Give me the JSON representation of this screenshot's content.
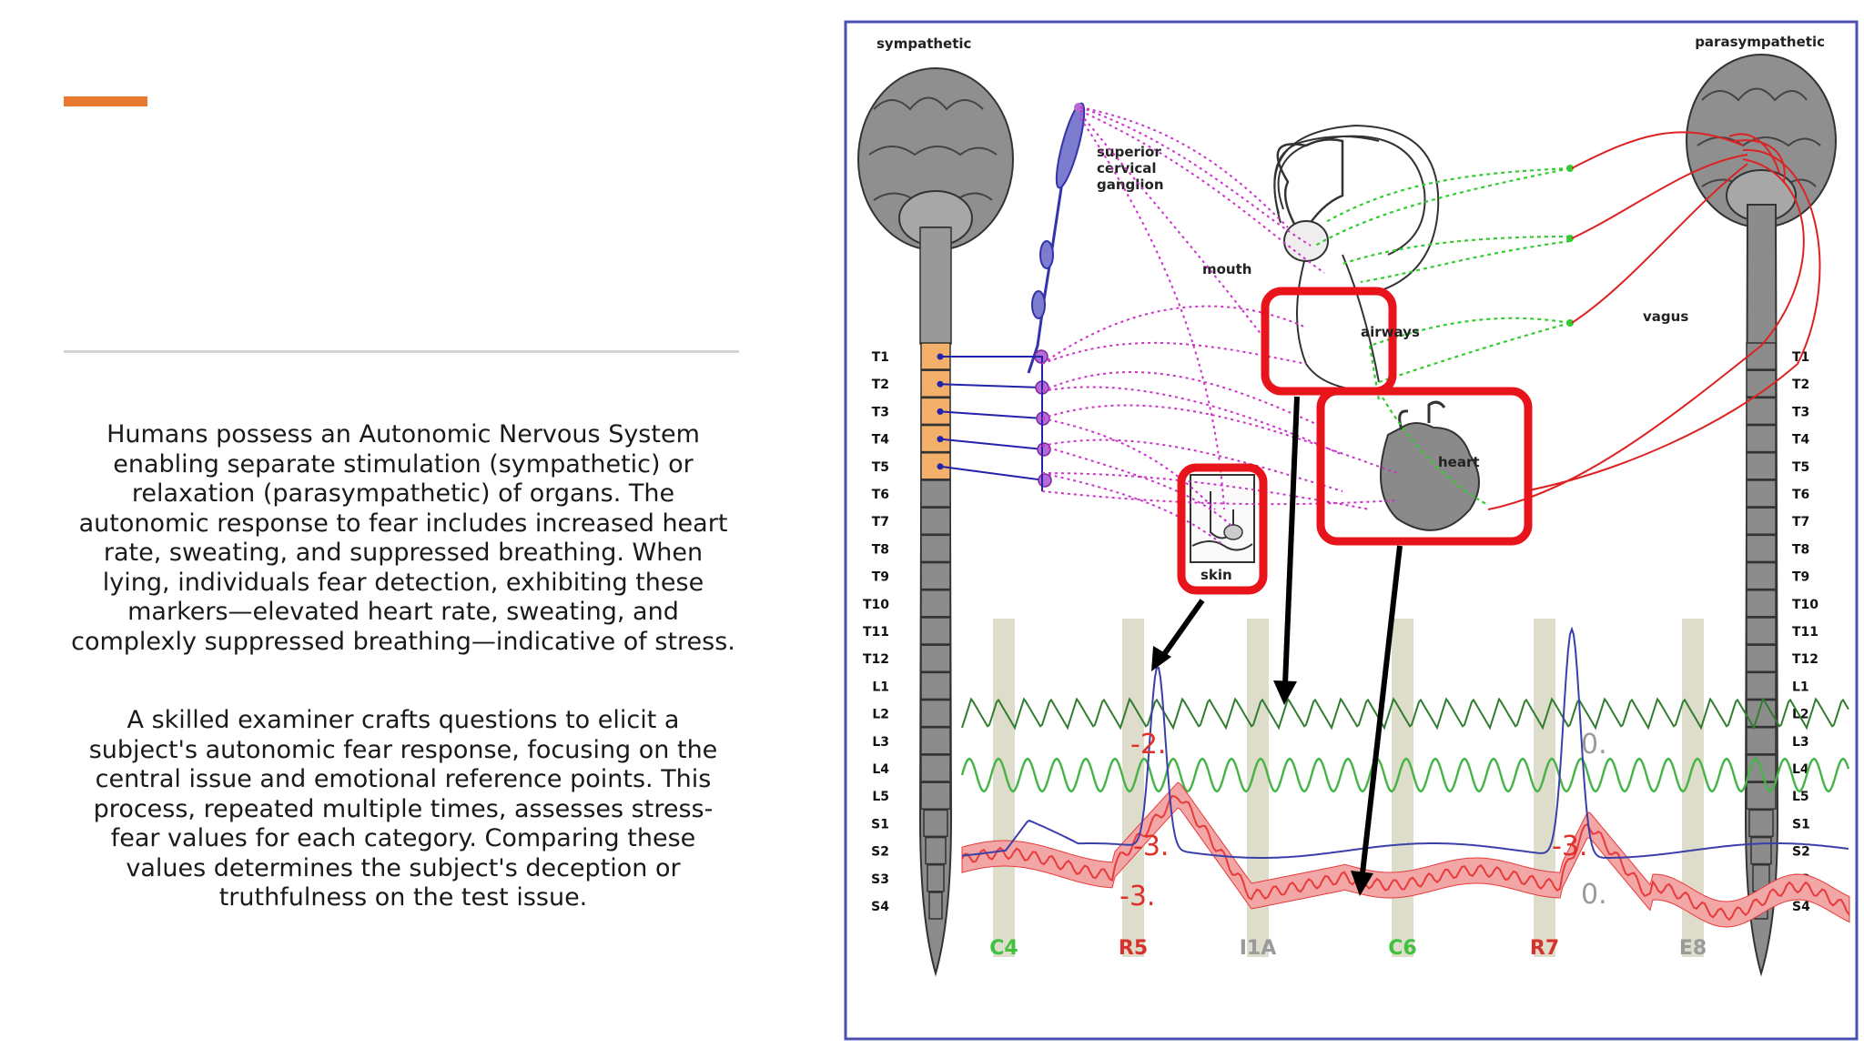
{
  "slide": {
    "accent_color": "#E8792E",
    "paragraphs": [
      "Humans possess an Autonomic Nervous System enabling separate stimulation (sympathetic) or relaxation (parasympathetic) of organs. The autonomic response to fear includes increased heart rate, sweating, and suppressed breathing. When lying, individuals fear detection, exhibiting these markers—elevated heart rate, sweating, and complexly suppressed breathing—indicative of stress.",
      "A skilled examiner crafts questions to elicit a subject's autonomic fear response, focusing on the central issue and emotional reference points. This process, repeated multiple times, assesses stress-fear values for each category. Comparing these values determines the subject's deception or truthfulness on the test issue."
    ]
  },
  "figure": {
    "sympathetic_label": "sympathetic",
    "parasympathetic_label": "parasympathetic",
    "ganglion_label": [
      "superior",
      "cervical",
      "ganglion"
    ],
    "mouth_label": "mouth",
    "airways_label": "airways",
    "vagus_label": "vagus",
    "heart_label": "heart",
    "skin_label": "skin",
    "spinal_segments": [
      "T1",
      "T2",
      "T3",
      "T4",
      "T5",
      "T6",
      "T7",
      "T8",
      "T9",
      "T10",
      "T11",
      "T12",
      "L1",
      "L2",
      "L3",
      "L4",
      "L5",
      "S1",
      "S2",
      "S3",
      "S4"
    ],
    "question_markers": [
      {
        "label": "C4",
        "color": "#3ec23e"
      },
      {
        "label": "R5",
        "color": "#d8302b"
      },
      {
        "label": "I1A",
        "color": "#9a9a9a"
      },
      {
        "label": "C6",
        "color": "#3ec23e"
      },
      {
        "label": "R7",
        "color": "#d8302b"
      },
      {
        "label": "E8",
        "color": "#9a9a9a"
      }
    ],
    "trace_scores": [
      {
        "text": "-2.",
        "color": "#e0302a"
      },
      {
        "text": "0.",
        "color": "#9a9a9a"
      },
      {
        "text": "-3.",
        "color": "#e0302a"
      },
      {
        "text": "-3.",
        "color": "#e0302a"
      },
      {
        "text": "-3.",
        "color": "#e0302a"
      },
      {
        "text": "0.",
        "color": "#9a9a9a"
      }
    ],
    "colors": {
      "sympathetic_nerve": "#cc33cc",
      "parasympathetic_nerve": "#33cc33",
      "vagus_nerve": "#dd2222",
      "highlight_box": "#e8141b",
      "frame": "#4b4fb0",
      "trace_breathing": "#2f7d2f",
      "trace_breathing2": "#44b544",
      "trace_cardio": "#3b3faa",
      "trace_eda": "#e83a3a"
    }
  }
}
